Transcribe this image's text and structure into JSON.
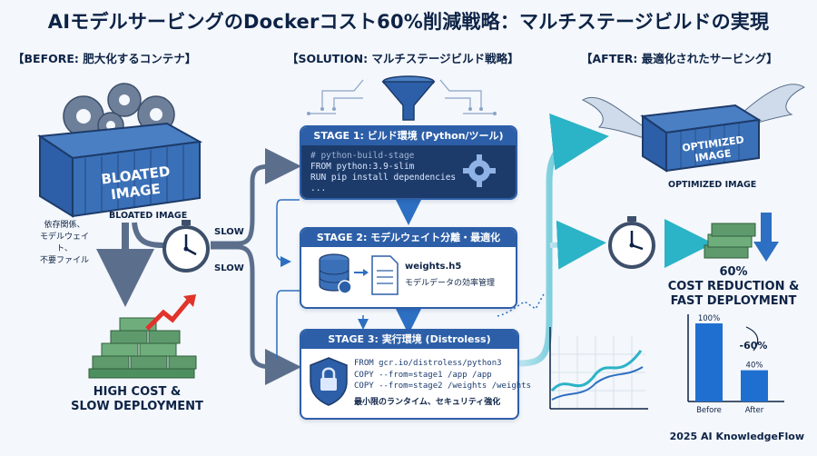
{
  "title": "AIモデルサービングのDockerコスト60%削減戦略：マルチステージビルドの実現",
  "sections": {
    "before": "【BEFORE: 肥大化するコンテナ】",
    "solution": "【SOLUTION: マルチステージビルド戦略】",
    "after": "【AFTER: 最適化されたサービング】"
  },
  "before": {
    "container_text_1": "BLOATED",
    "container_text_2": "IMAGE",
    "container_caption": "BLOATED IMAGE",
    "side_note_1": "依存関係、",
    "side_note_2": "モデルウェイト、",
    "side_note_3": "不要ファイル",
    "slow_1": "SLOW",
    "slow_2": "SLOW",
    "result_1": "HIGH COST &",
    "result_2": "SLOW DEPLOYMENT"
  },
  "stage1": {
    "header": "STAGE 1: ビルド環境 (Python/ツール)",
    "code_1": "# python-build-stage",
    "code_2": "FROM python:3.9-slim",
    "code_3": "RUN pip install dependencies",
    "code_4": "..."
  },
  "stage2": {
    "header": "STAGE 2: モデルウェイト分離・最適化",
    "file_name": "weights.h5",
    "file_desc": "モデルデータの効率管理"
  },
  "stage3": {
    "header": "STAGE 3: 実行環境 (Distroless)",
    "code_1": "FROM gcr.io/distroless/python3",
    "code_2": "COPY --from=stage1 /app /app",
    "code_3": "COPY --from=stage2 /weights /weights",
    "desc": "最小限のランタイム、セキュリティ強化"
  },
  "after": {
    "container_text_1": "OPTIMIZED",
    "container_text_2": "IMAGE",
    "container_caption": "OPTIMIZED IMAGE",
    "result_1": "60%",
    "result_2": "COST REDUCTION &",
    "result_3": "FAST DEPLOYMENT"
  },
  "footer": "2025 AI KnowledgeFlow",
  "chart_data": {
    "type": "bar",
    "categories": [
      "Before",
      "After"
    ],
    "values": [
      100,
      40
    ],
    "value_labels": [
      "100%",
      "40%"
    ],
    "annotation": "-60%",
    "ylim": [
      0,
      100
    ],
    "colors": [
      "#1f6fd1",
      "#1f6fd1"
    ]
  },
  "colors": {
    "navy": "#0d2346",
    "stage_blue": "#2d5fa8",
    "teal": "#2bb3c7",
    "cash_green": "#4e8f5f",
    "alert_red": "#e0342b",
    "arrow_gray": "#5b6f8c"
  }
}
